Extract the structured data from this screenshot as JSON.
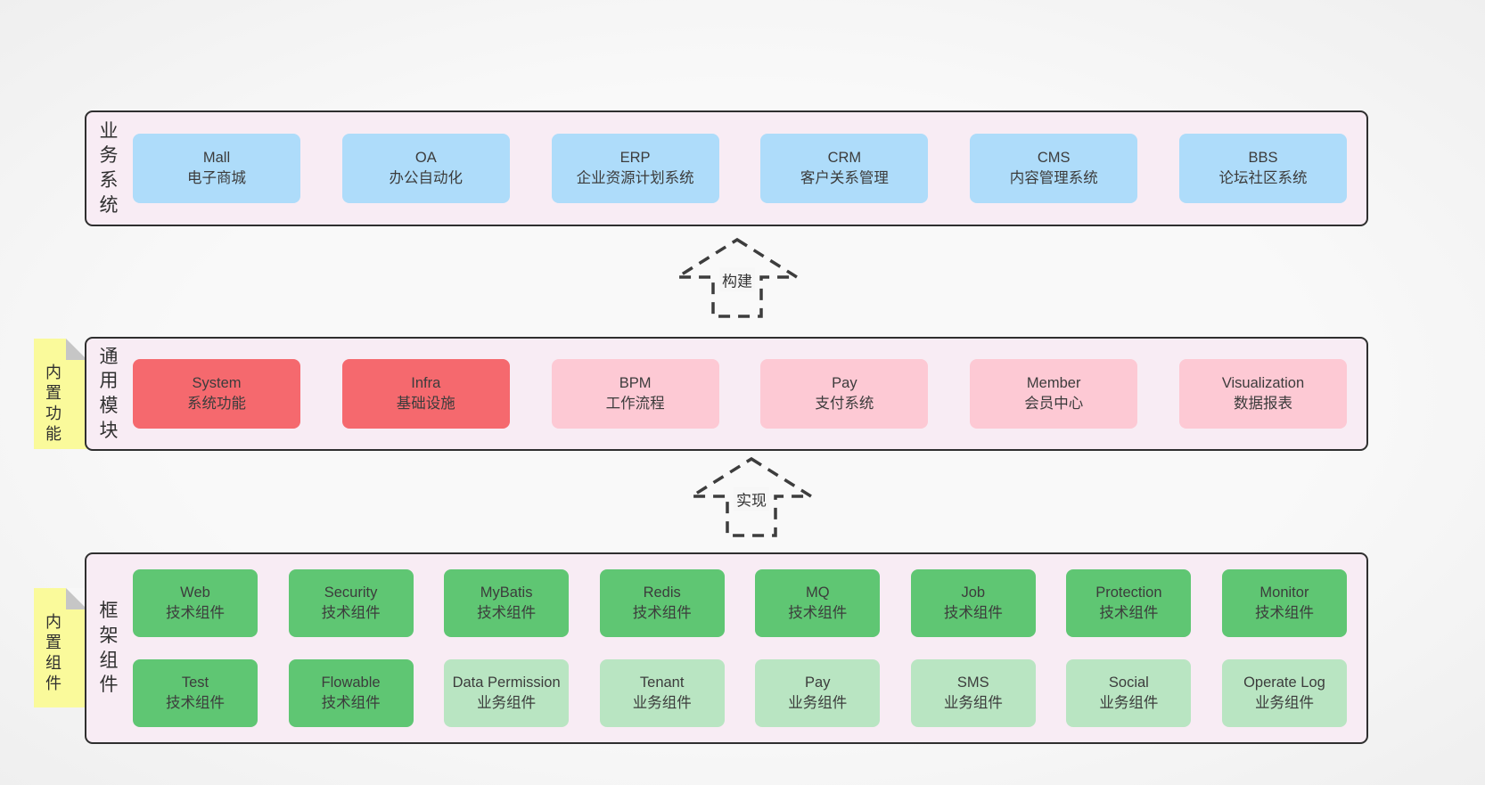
{
  "colors": {
    "page_bg": "#f7f7f7",
    "panel_bg": "#f8ecf4",
    "panel_border": "#2f2f2f",
    "blue": "#aedcfa",
    "red": "#f5696e",
    "pink": "#fdc9d4",
    "green": "#5fc673",
    "light_green": "#b9e5c2",
    "note_yellow": "#fafa9b",
    "note_fold": "#c6c6c6",
    "text": "#3a3a3a"
  },
  "arrows": [
    {
      "label": "构建"
    },
    {
      "label": "实现"
    }
  ],
  "notes": [
    {
      "text": "内置功能"
    },
    {
      "text": "内置组件"
    }
  ],
  "panels": {
    "business": {
      "label": "业务系统",
      "boxes": [
        {
          "name": "Mall",
          "subtitle": "电子商城",
          "color": "blue"
        },
        {
          "name": "OA",
          "subtitle": "办公自动化",
          "color": "blue"
        },
        {
          "name": "ERP",
          "subtitle": "企业资源计划系统",
          "color": "blue"
        },
        {
          "name": "CRM",
          "subtitle": "客户关系管理",
          "color": "blue"
        },
        {
          "name": "CMS",
          "subtitle": "内容管理系统",
          "color": "blue"
        },
        {
          "name": "BBS",
          "subtitle": "论坛社区系统",
          "color": "blue"
        }
      ]
    },
    "modules": {
      "label": "通用模块",
      "boxes": [
        {
          "name": "System",
          "subtitle": "系统功能",
          "color": "red"
        },
        {
          "name": "Infra",
          "subtitle": "基础设施",
          "color": "red"
        },
        {
          "name": "BPM",
          "subtitle": "工作流程",
          "color": "pink"
        },
        {
          "name": "Pay",
          "subtitle": "支付系统",
          "color": "pink"
        },
        {
          "name": "Member",
          "subtitle": "会员中心",
          "color": "pink"
        },
        {
          "name": "Visualization",
          "subtitle": "数据报表",
          "color": "pink"
        }
      ]
    },
    "components": {
      "label": "框架组件",
      "rows": [
        [
          {
            "name": "Web",
            "subtitle": "技术组件",
            "color": "green"
          },
          {
            "name": "Security",
            "subtitle": "技术组件",
            "color": "green"
          },
          {
            "name": "MyBatis",
            "subtitle": "技术组件",
            "color": "green"
          },
          {
            "name": "Redis",
            "subtitle": "技术组件",
            "color": "green"
          },
          {
            "name": "MQ",
            "subtitle": "技术组件",
            "color": "green"
          },
          {
            "name": "Job",
            "subtitle": "技术组件",
            "color": "green"
          },
          {
            "name": "Protection",
            "subtitle": "技术组件",
            "color": "green"
          },
          {
            "name": "Monitor",
            "subtitle": "技术组件",
            "color": "green"
          }
        ],
        [
          {
            "name": "Test",
            "subtitle": "技术组件",
            "color": "green"
          },
          {
            "name": "Flowable",
            "subtitle": "技术组件",
            "color": "green"
          },
          {
            "name": "Data Permission",
            "subtitle": "业务组件",
            "color": "light_green"
          },
          {
            "name": "Tenant",
            "subtitle": "业务组件",
            "color": "light_green"
          },
          {
            "name": "Pay",
            "subtitle": "业务组件",
            "color": "light_green"
          },
          {
            "name": "SMS",
            "subtitle": "业务组件",
            "color": "light_green"
          },
          {
            "name": "Social",
            "subtitle": "业务组件",
            "color": "light_green"
          },
          {
            "name": "Operate Log",
            "subtitle": "业务组件",
            "color": "light_green"
          }
        ]
      ]
    }
  }
}
